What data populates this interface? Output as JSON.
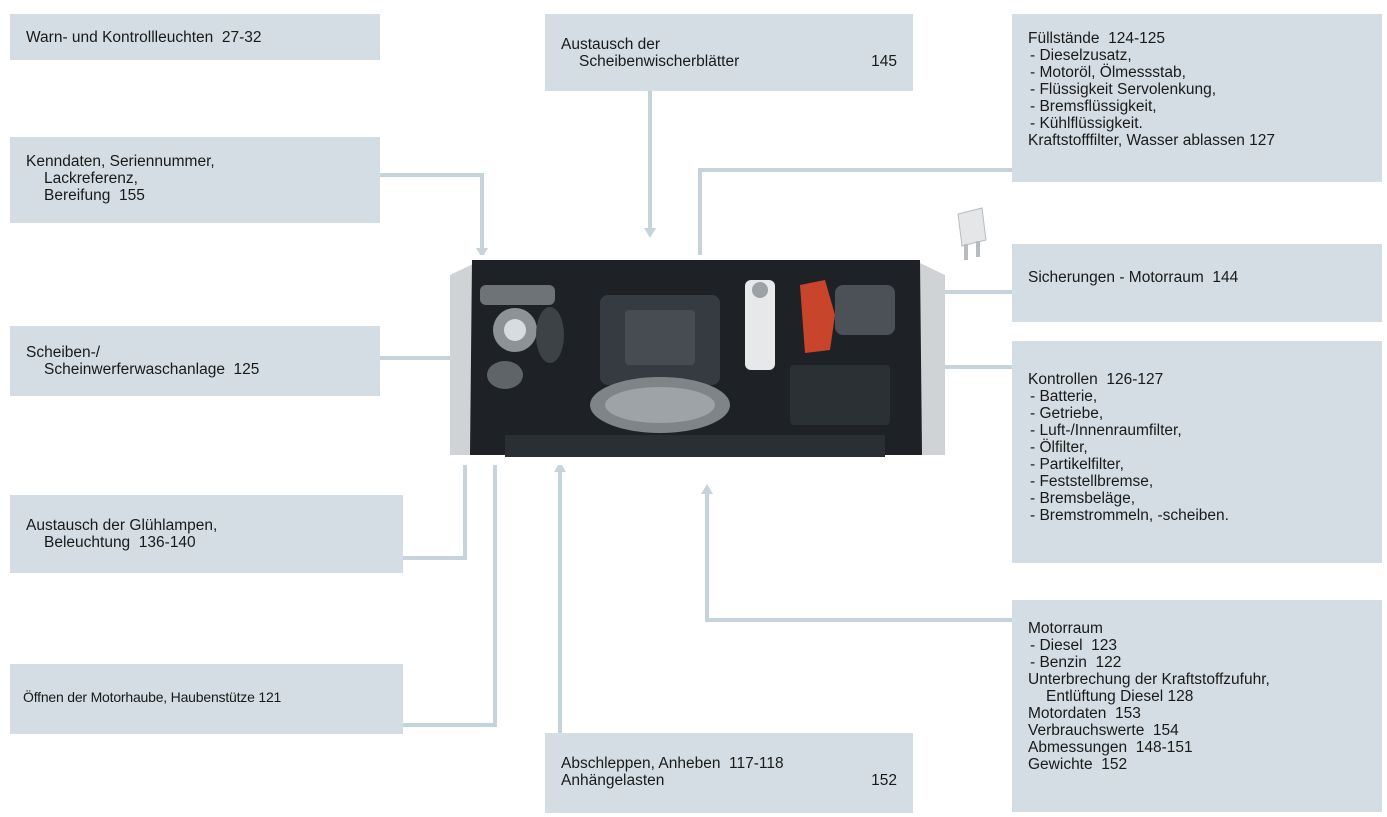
{
  "warn": {
    "text": "Warn- und Kontrollleuchten  27-32"
  },
  "wiper": {
    "line1": "Austausch der",
    "line2": "Scheibenwischerblätter",
    "page": "145"
  },
  "levels": {
    "title": "Füllstände  124-125",
    "items": [
      "Dieselzusatz,",
      "Motoröl, Ölmessstab,",
      "Flüssigkeit Servolenkung,",
      "Bremsflüssigkeit,",
      "Kühlflüssigkeit."
    ],
    "footer": "Kraftstofffilter, Wasser ablassen 127"
  },
  "ident": {
    "lines": [
      "Kenndaten, Seriennummer,",
      "Lackreferenz,",
      "Bereifung  155"
    ]
  },
  "fuses": {
    "text": "Sicherungen - Motorraum  144"
  },
  "washer": {
    "line1": "Scheiben-/",
    "line2": "Scheinwerferwaschanlage  125"
  },
  "checks": {
    "title": "Kontrollen  126-127",
    "items": [
      "Batterie,",
      "Getriebe,",
      "Luft-/Innenraumfilter,",
      "Ölfilter,",
      "Partikelfilter,",
      "Feststellbremse,",
      "Bremsbeläge,",
      "Bremstrommeln, -scheiben."
    ]
  },
  "bulbs": {
    "line1": "Austausch der Glühlampen,",
    "line2": "Beleuchtung  136-140"
  },
  "bonnet": {
    "text": "Öffnen der Motorhaube, Haubenstütze 121"
  },
  "towing": {
    "line1": "Abschleppen, Anheben  117-118",
    "line2": "Anhängelasten",
    "page2": "152"
  },
  "engine_bay": {
    "title": "Motorraum",
    "items": [
      "Diesel  123",
      "Benzin  122"
    ],
    "lines": [
      "Unterbrechung der Kraftstoffzufuhr,",
      "Entlüftung Diesel 128",
      "Motordaten  153",
      "Verbrauchswerte  154",
      "Abmessungen  148-151",
      "Gewichte  152"
    ]
  },
  "colors": {
    "box": "#d3dde3",
    "connector": "#c5d3db",
    "engine_dark": "#1e2226",
    "fuse_red": "#c8452c"
  }
}
